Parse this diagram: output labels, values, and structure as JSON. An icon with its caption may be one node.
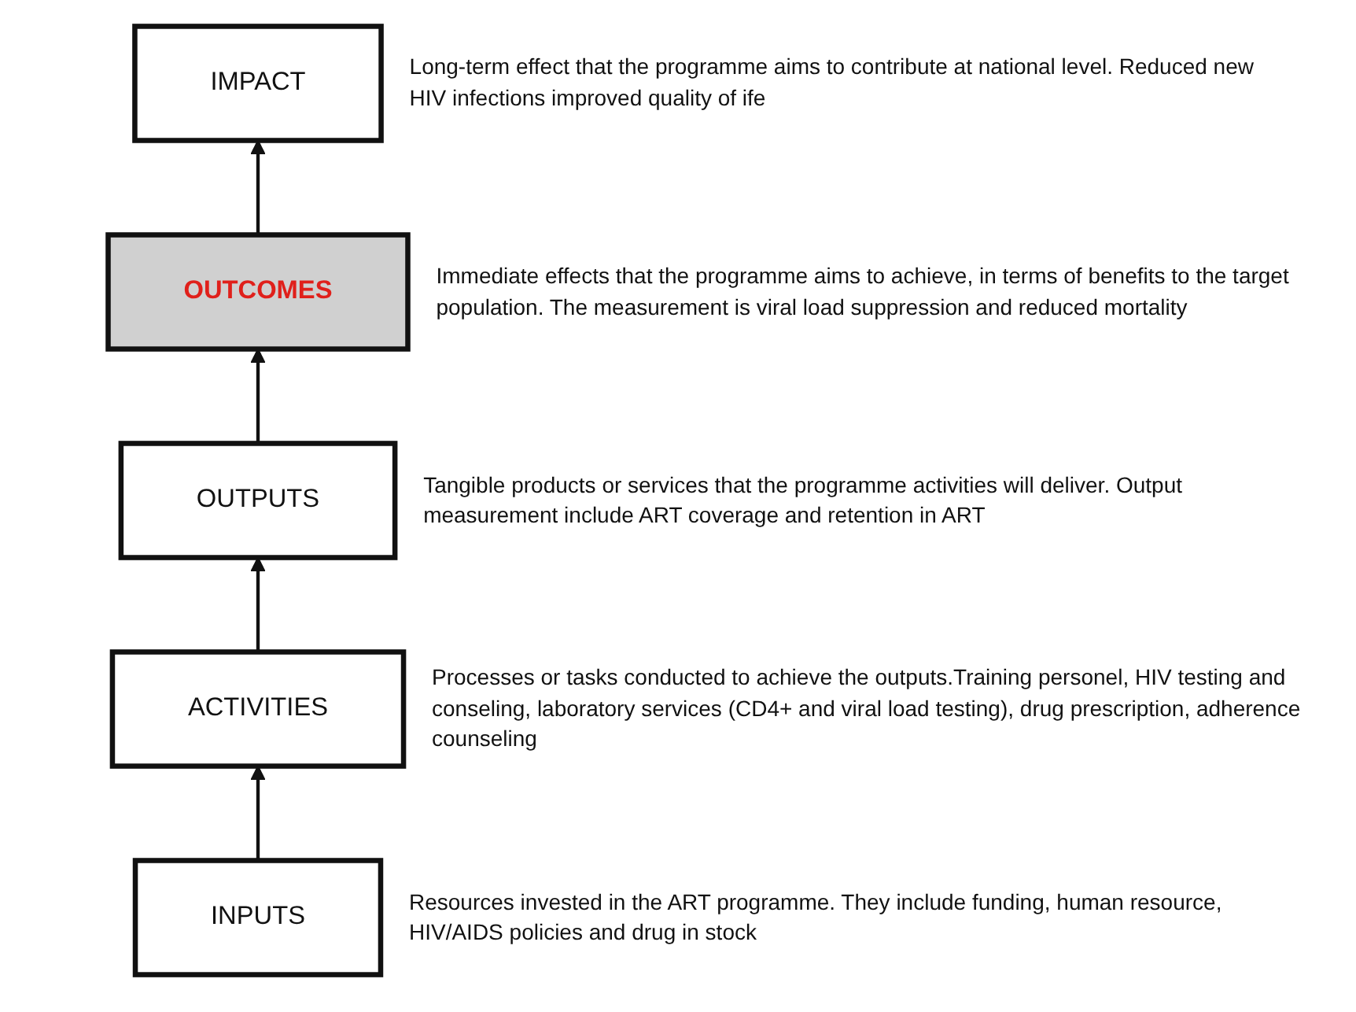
{
  "diagram": {
    "nodes": [
      {
        "text": [
          "IMPACT"
        ],
        "beside": [
          "Long-term effect that the programme aims to contribute at national level. Reduced new HIV infections improved quality of ife"
        ]
      },
      {
        "text": [
          "OUTCOMES"
        ],
        "beside": [
          "Immediate effects that the programme aims to achieve, in terms of benefits to the target population. The measurement is viral load suppression and reduced mortality"
        ]
      },
      {
        "text": [
          "OUTPUTS"
        ],
        "beside": [
          "Tangible products or services that the programme activities will deliver. Output measurement include ART coverage and retention in ART"
        ]
      },
      {
        "text": [
          "ACTIVITIES"
        ],
        "beside": [
          "Processes or tasks conducted to achieve the outputs.Training personel, HIV testing and conseling, laboratory services (CD4+ and viral load testing), drug prescription, adherence counseling"
        ]
      },
      {
        "text": [
          "INPUTS"
        ],
        "beside": [
          "Resources invested in the ART programme. They include  funding, human resource, HIV/AIDS policies and drug in stock"
        ]
      }
    ],
    "edges": [
      {
        "from": 4,
        "to": 3,
        "arrow": "to"
      },
      {
        "from": 3,
        "to": 2,
        "arrow": "to"
      },
      {
        "from": 2,
        "to": 1,
        "arrow": "to"
      },
      {
        "from": 1,
        "to": 0,
        "arrow": "to"
      }
    ]
  }
}
